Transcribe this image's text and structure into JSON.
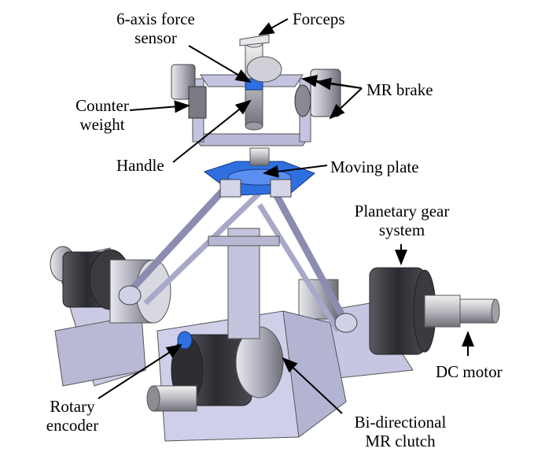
{
  "labels": {
    "force_sensor": [
      "6-axis force",
      "sensor"
    ],
    "forceps": "Forceps",
    "counter_weight": [
      "Counter",
      "weight"
    ],
    "mr_brake": "MR brake",
    "handle": "Handle",
    "moving_plate": "Moving plate",
    "planetary_gear": [
      "Planetary gear",
      "system"
    ],
    "dc_motor": "DC motor",
    "rotary_encoder": [
      "Rotary",
      "encoder"
    ],
    "mr_clutch": [
      "Bi-directional",
      "MR clutch"
    ]
  },
  "colors": {
    "frame": "#c9c9e6",
    "frame_dark": "#8a8ab0",
    "metal": "#9a9aa6",
    "dark_metal": "#3a3a40",
    "accent_blue": "#2f6fe0",
    "line": "#000000"
  }
}
